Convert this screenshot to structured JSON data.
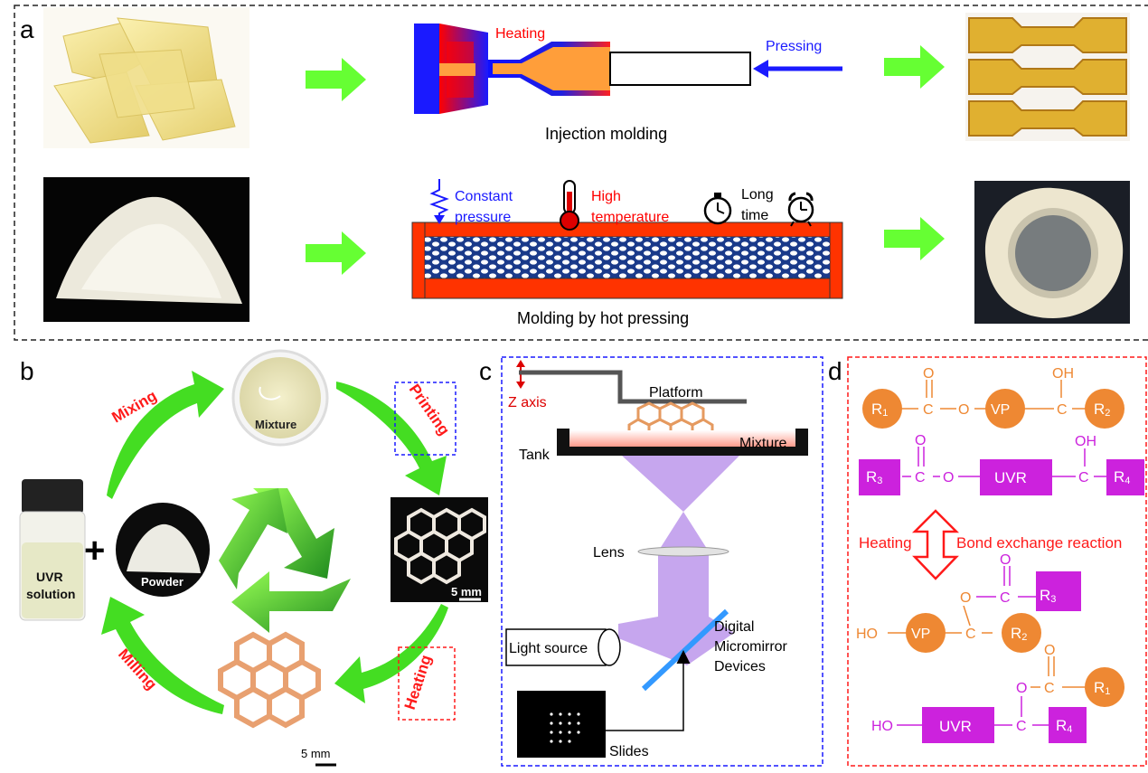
{
  "panel_a": {
    "letter": "a",
    "heating": "Heating",
    "pressing": "Pressing",
    "injection": "Injection molding",
    "constant_pressure_1": "Constant",
    "constant_pressure_2": "pressure",
    "high_temp_1": "High",
    "high_temp_2": "temperature",
    "long_time_1": "Long",
    "long_time_2": "time",
    "hot_pressing": "Molding by hot pressing"
  },
  "panel_b": {
    "letter": "b",
    "mixing": "Mixing",
    "printing": "Printing",
    "heating": "Heating",
    "milling": "Milling",
    "mixture": "Mixture",
    "uvr_1": "UVR",
    "uvr_2": "solution",
    "powder": "Powder",
    "plus": "+",
    "scale_1": "5 mm",
    "scale_2": "5 mm"
  },
  "panel_c": {
    "letter": "c",
    "z_axis": "Z axis",
    "platform": "Platform",
    "tank": "Tank",
    "mixture": "Mixture",
    "lens": "Lens",
    "light_source": "Light source",
    "dmd_1": "Digital",
    "dmd_2": "Micromirror",
    "dmd_3": "Devices",
    "slides": "Slides"
  },
  "panel_d": {
    "letter": "d",
    "r1": "R",
    "r1_sub": "1",
    "r2": "R",
    "r2_sub": "2",
    "r3": "R",
    "r3_sub": "3",
    "r4": "R",
    "r4_sub": "4",
    "c": "C",
    "o": "O",
    "oh": "OH",
    "ho": "HO",
    "vp": "VP",
    "uvr": "UVR",
    "heating": "Heating",
    "bond_exchange": "Bond exchange reaction"
  },
  "colors": {
    "green_arrow": "#66ff33",
    "orange": "#ee8833",
    "purple": "#cc22dd",
    "red": "#ff0000",
    "blue": "#0000ff",
    "heater_red": "#ff3300",
    "light_purple": "#c6a6ee"
  }
}
